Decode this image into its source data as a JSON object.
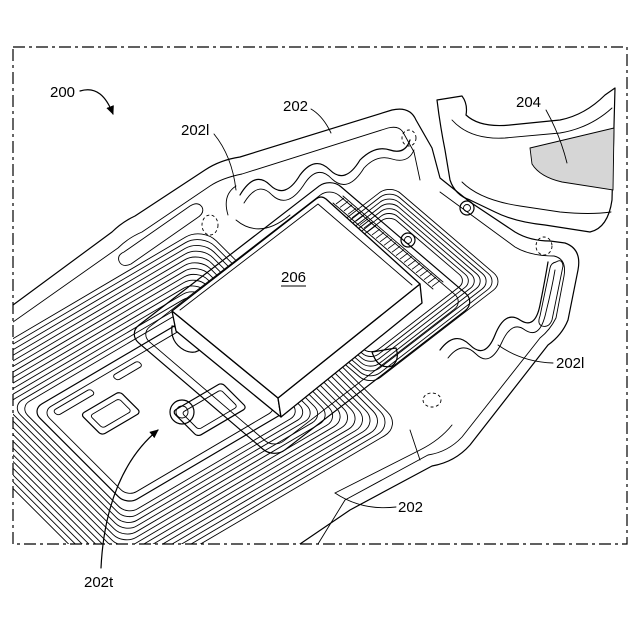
{
  "figure": {
    "labels": {
      "ref_200": "200",
      "ref_202_top": "202",
      "ref_204": "204",
      "ref_202l_top": "202l",
      "ref_206": "206",
      "ref_202l_right": "202l",
      "ref_202_bottom": "202",
      "ref_202t": "202t"
    }
  }
}
